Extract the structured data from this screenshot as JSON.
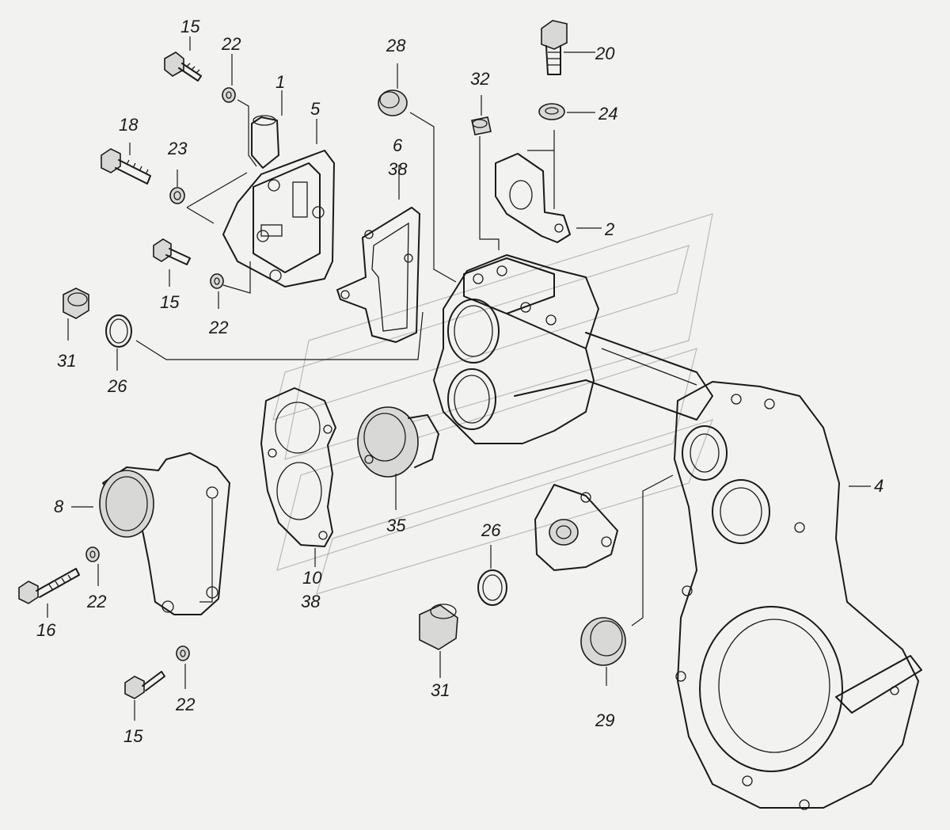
{
  "callouts": [
    {
      "id": "c15a",
      "text": "15"
    },
    {
      "id": "c22a",
      "text": "22"
    },
    {
      "id": "c1",
      "text": "1"
    },
    {
      "id": "c5",
      "text": "5"
    },
    {
      "id": "c28",
      "text": "28"
    },
    {
      "id": "c20",
      "text": "20"
    },
    {
      "id": "c32",
      "text": "32"
    },
    {
      "id": "c24",
      "text": "24"
    },
    {
      "id": "c18",
      "text": "18"
    },
    {
      "id": "c23",
      "text": "23"
    },
    {
      "id": "c6",
      "text": "6"
    },
    {
      "id": "c38a",
      "text": "38"
    },
    {
      "id": "c2",
      "text": "2"
    },
    {
      "id": "c15b",
      "text": "15"
    },
    {
      "id": "c22b",
      "text": "22"
    },
    {
      "id": "c31a",
      "text": "31"
    },
    {
      "id": "c26a",
      "text": "26"
    },
    {
      "id": "c4",
      "text": "4"
    },
    {
      "id": "c8",
      "text": "8"
    },
    {
      "id": "c35",
      "text": "35"
    },
    {
      "id": "c26b",
      "text": "26"
    },
    {
      "id": "c10",
      "text": "10"
    },
    {
      "id": "c38b",
      "text": "38"
    },
    {
      "id": "c22c",
      "text": "22"
    },
    {
      "id": "c16",
      "text": "16"
    },
    {
      "id": "c31b",
      "text": "31"
    },
    {
      "id": "c29",
      "text": "29"
    },
    {
      "id": "c22d",
      "text": "22"
    },
    {
      "id": "c15c",
      "text": "15"
    }
  ]
}
